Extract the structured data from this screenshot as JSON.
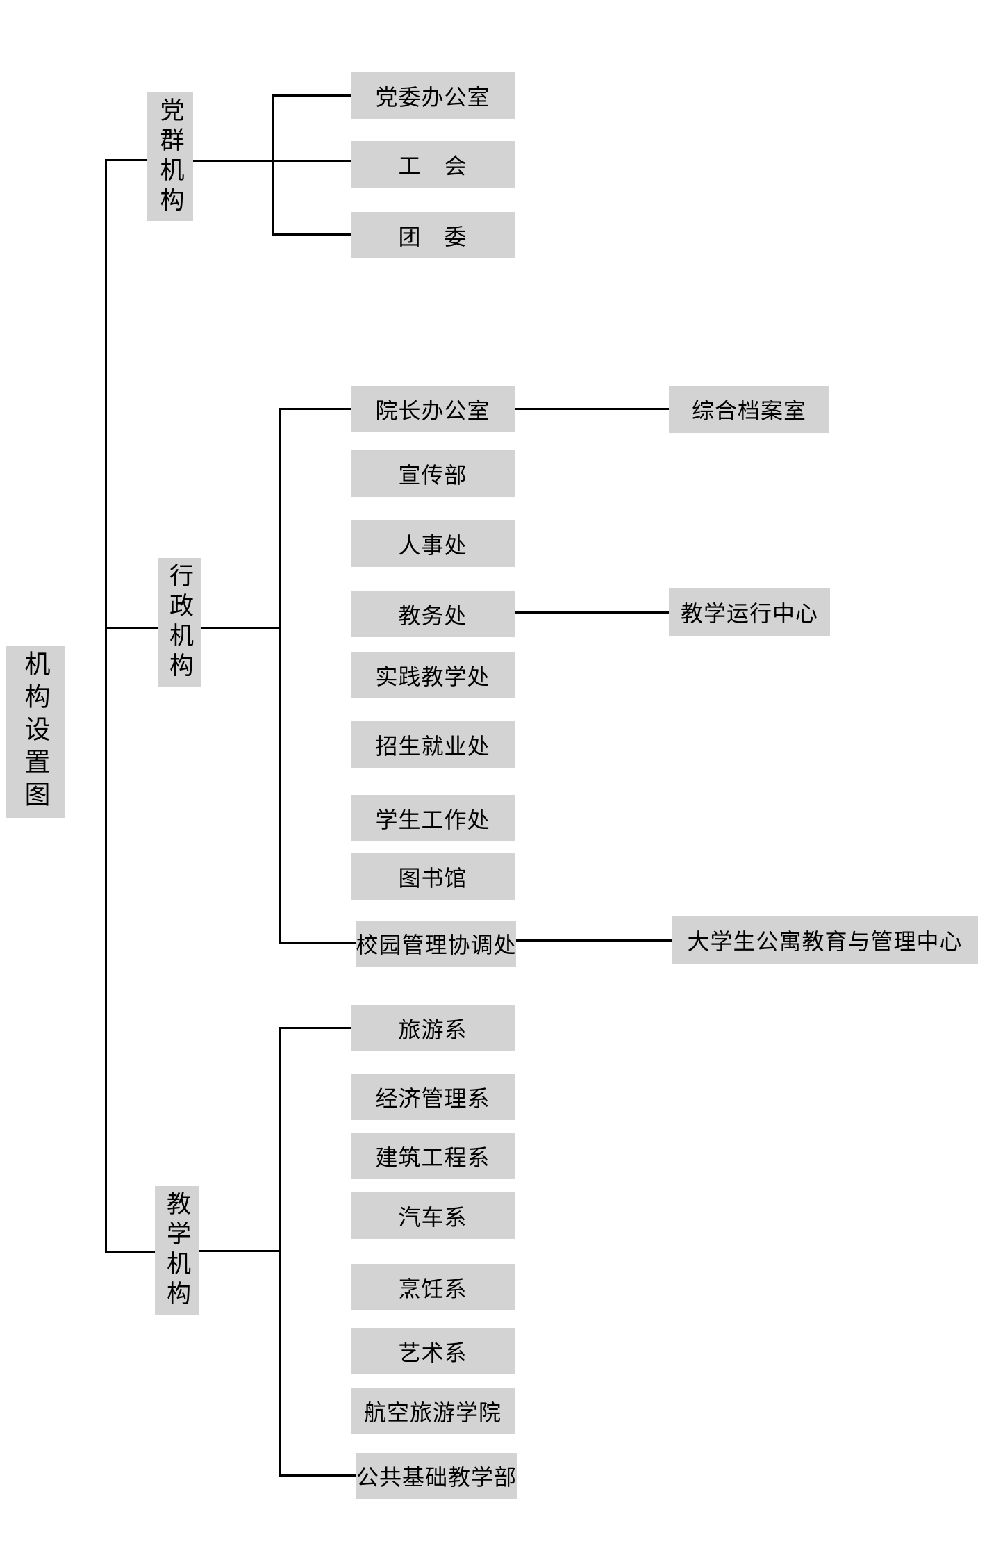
{
  "title": "机构设置图",
  "colors": {
    "box_fill": "#d3d3d3",
    "line": "#000000",
    "text": "#000000",
    "background": "#ffffff"
  },
  "root": {
    "label": "机构设置图"
  },
  "branches": [
    {
      "label": "党群机构",
      "children": [
        {
          "label": "党委办公室"
        },
        {
          "label": "工　会"
        },
        {
          "label": "团　委"
        }
      ]
    },
    {
      "label": "行政机构",
      "children": [
        {
          "label": "院长办公室"
        },
        {
          "label": "宣传部"
        },
        {
          "label": "人事处"
        },
        {
          "label": "教务处"
        },
        {
          "label": "实践教学处"
        },
        {
          "label": "招生就业处"
        },
        {
          "label": "学生工作处"
        },
        {
          "label": "图书馆"
        },
        {
          "label": "校园管理协调处"
        }
      ]
    },
    {
      "label": "教学机构",
      "children": [
        {
          "label": "旅游系"
        },
        {
          "label": "经济管理系"
        },
        {
          "label": "建筑工程系"
        },
        {
          "label": "汽车系"
        },
        {
          "label": "烹饪系"
        },
        {
          "label": "艺术系"
        },
        {
          "label": "航空旅游学院"
        },
        {
          "label": "公共基础教学部"
        }
      ]
    }
  ],
  "subnodes": [
    {
      "label": "综合档案室",
      "parent": "院长办公室"
    },
    {
      "label": "教学运行中心",
      "parent": "教务处"
    },
    {
      "label": "大学生公寓教育与管理中心",
      "parent": "校园管理协调处"
    }
  ]
}
